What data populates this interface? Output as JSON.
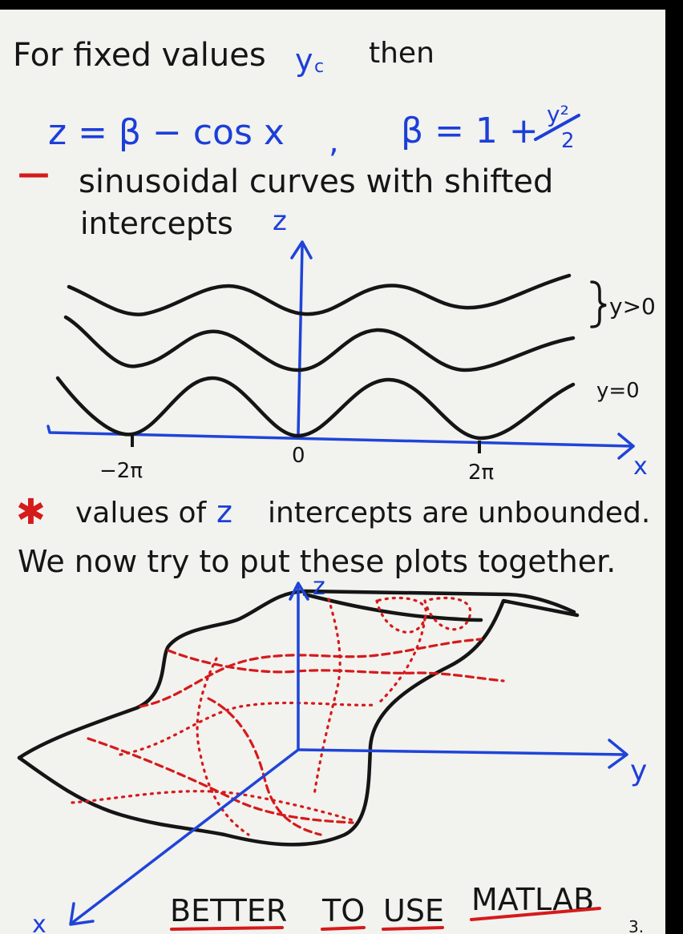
{
  "notes": {
    "line1": {
      "text": "For fixed values",
      "var": "y",
      "sub": "c",
      "then": "then"
    },
    "eq": {
      "z": "z = β − cos x",
      "comma": ",",
      "beta": "β = 1 +",
      "num": "y²",
      "den": "2"
    },
    "dash": "—",
    "line3": "sinusoidal curves with shifted",
    "line4": "intercepts",
    "star": "✱",
    "line5a": "values of",
    "line5b": "z",
    "line5c": "intercepts are unbounded.",
    "line6": "We now try to put these plots together.",
    "footer": [
      "BETTER",
      "TO",
      "USE",
      "MATLAB"
    ],
    "page_number": "3."
  },
  "plot2d": {
    "z_label": "z",
    "x_label": "x",
    "ticks": [
      "−2π",
      "0",
      "2π"
    ],
    "brace_label": "y>0",
    "curve_label": "y=0"
  },
  "plot3d": {
    "z_label": "z",
    "y_label": "y",
    "x_label": "x"
  },
  "colors": {
    "ink": "#151515",
    "blue": "#1c3fd8",
    "red": "#d51a1a",
    "paper": "#f2f2ef"
  }
}
